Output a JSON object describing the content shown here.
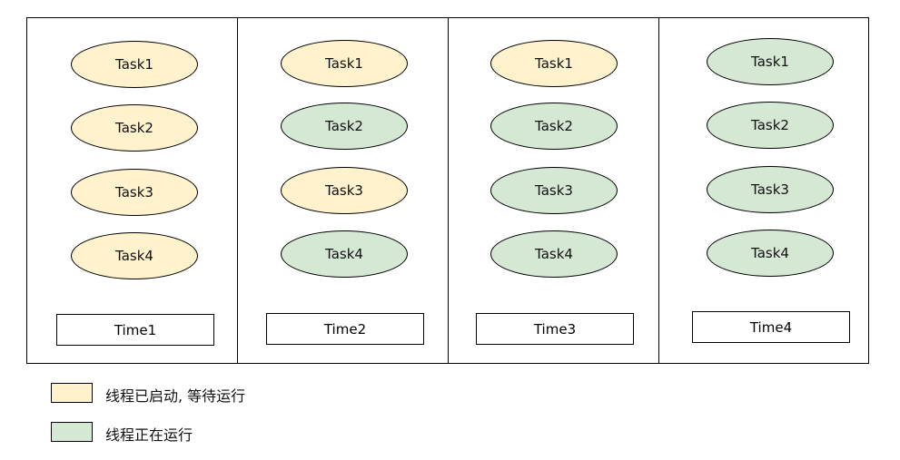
{
  "columns": [
    {
      "time_label": "Time1",
      "tasks": [
        {
          "label": "Task1",
          "state": "waiting"
        },
        {
          "label": "Task2",
          "state": "waiting"
        },
        {
          "label": "Task3",
          "state": "waiting"
        },
        {
          "label": "Task4",
          "state": "waiting"
        }
      ]
    },
    {
      "time_label": "Time2",
      "tasks": [
        {
          "label": "Task1",
          "state": "waiting"
        },
        {
          "label": "Task2",
          "state": "running"
        },
        {
          "label": "Task3",
          "state": "waiting"
        },
        {
          "label": "Task4",
          "state": "running"
        }
      ]
    },
    {
      "time_label": "Time3",
      "tasks": [
        {
          "label": "Task1",
          "state": "waiting"
        },
        {
          "label": "Task2",
          "state": "running"
        },
        {
          "label": "Task3",
          "state": "running"
        },
        {
          "label": "Task4",
          "state": "running"
        }
      ]
    },
    {
      "time_label": "Time4",
      "tasks": [
        {
          "label": "Task1",
          "state": "running"
        },
        {
          "label": "Task2",
          "state": "running"
        },
        {
          "label": "Task3",
          "state": "running"
        },
        {
          "label": "Task4",
          "state": "running"
        }
      ]
    }
  ],
  "legend": {
    "waiting": {
      "label": "线程已启动, 等待运行",
      "color": "#fff2cc"
    },
    "running": {
      "label": "线程正在运行",
      "color": "#d5e8d4"
    }
  }
}
